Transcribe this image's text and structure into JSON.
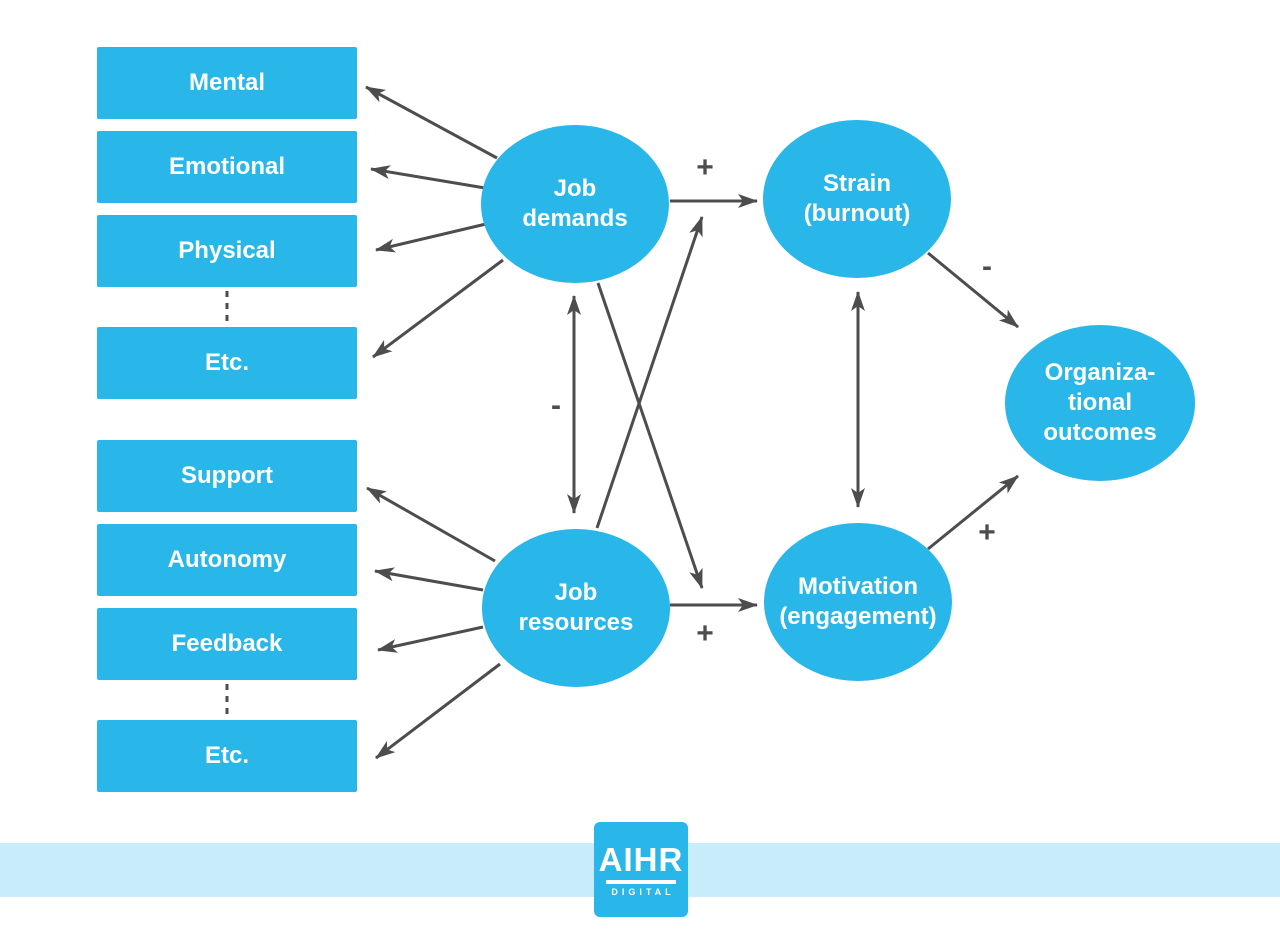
{
  "model": "Job Demands-Resources diagram",
  "demand_boxes": [
    "Mental",
    "Emotional",
    "Physical",
    "Etc."
  ],
  "resource_boxes": [
    "Support",
    "Autonomy",
    "Feedback",
    "Etc."
  ],
  "nodes": {
    "job_demands": {
      "lines": [
        "Job",
        "demands"
      ]
    },
    "job_resources": {
      "lines": [
        "Job",
        "resources"
      ]
    },
    "strain": {
      "lines": [
        "Strain",
        "(burnout)"
      ]
    },
    "motivation": {
      "lines": [
        "Motivation",
        "(engagement)"
      ]
    },
    "outcomes": {
      "lines": [
        "Organiza-",
        "tional",
        "outcomes"
      ]
    }
  },
  "edge_labels": {
    "demands_to_strain": "+",
    "resources_to_motivation": "+",
    "demands_resources_interaction": "-",
    "strain_to_outcomes": "-",
    "motivation_to_outcomes": "+"
  },
  "footer": {
    "brand": "AIHR",
    "brand_sub": "DIGITAL"
  },
  "colors": {
    "node_blue": "#29b6e9",
    "arrow_gray": "#4d4d4f",
    "band_blue": "#c9ecfb",
    "text_white": "#ffffff"
  }
}
